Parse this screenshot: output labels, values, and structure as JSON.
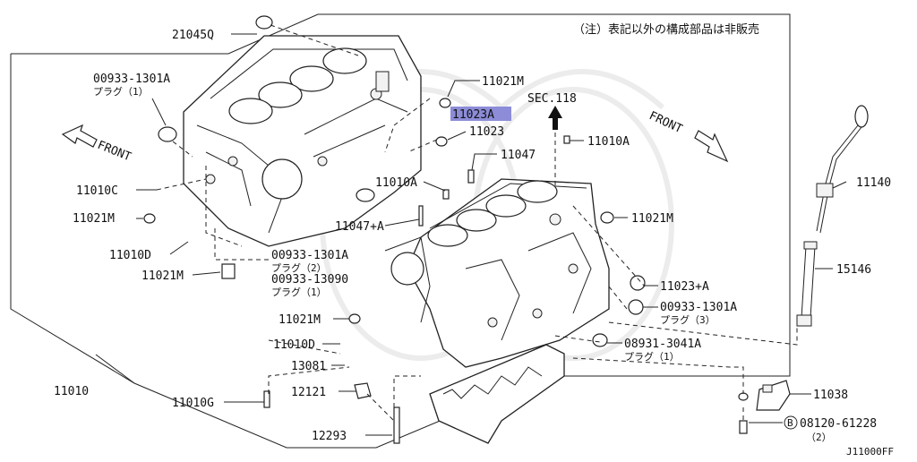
{
  "diagram": {
    "note": "（注）表記以外の構成部品は非販売",
    "drawing_code": "J11000FF",
    "front_left": "FRONT",
    "front_right": "FRONT",
    "section_ref": "SEC.118",
    "labels": {
      "p21045Q": "21045Q",
      "p00933_1301A_top": "00933-1301A",
      "p00933_1301A_top_sub": "プラグ（1）",
      "p11021M_top": "11021M",
      "p11023A": "11023A",
      "p11023": "11023",
      "p11010A_right": "11010A",
      "p11047": "11047",
      "p11010A_mid": "11010A",
      "p11010C": "11010C",
      "p11021M_left": "11021M",
      "p11047A": "11047+A",
      "p11021M_block": "11021M",
      "p11010D_left": "11010D",
      "p00933_1301A_mid": "00933-1301A",
      "p00933_1301A_mid_sub": "プラグ（2）",
      "p00933_13090": "00933-13090",
      "p00933_13090_sub": "プラグ（1）",
      "p11021M_low": "11021M",
      "p11021M_mid": "11021M",
      "p11023A_right": "11023+A",
      "p00933_1301A_right": "00933-1301A",
      "p00933_1301A_right_sub": "プラグ（3）",
      "p11010D_mid": "11010D",
      "p08931_3041A": "08931-3041A",
      "p08931_3041A_sub": "プラグ（1）",
      "p13081": "13081",
      "p11140": "11140",
      "p15146": "15146",
      "p11010": "11010",
      "p11010G": "11010G",
      "p12121": "12121",
      "p11038": "11038",
      "p12293": "12293",
      "p08120_61228": "08120-61228",
      "p08120_61228_sub": "（2）",
      "bolt_marker": "B"
    }
  }
}
